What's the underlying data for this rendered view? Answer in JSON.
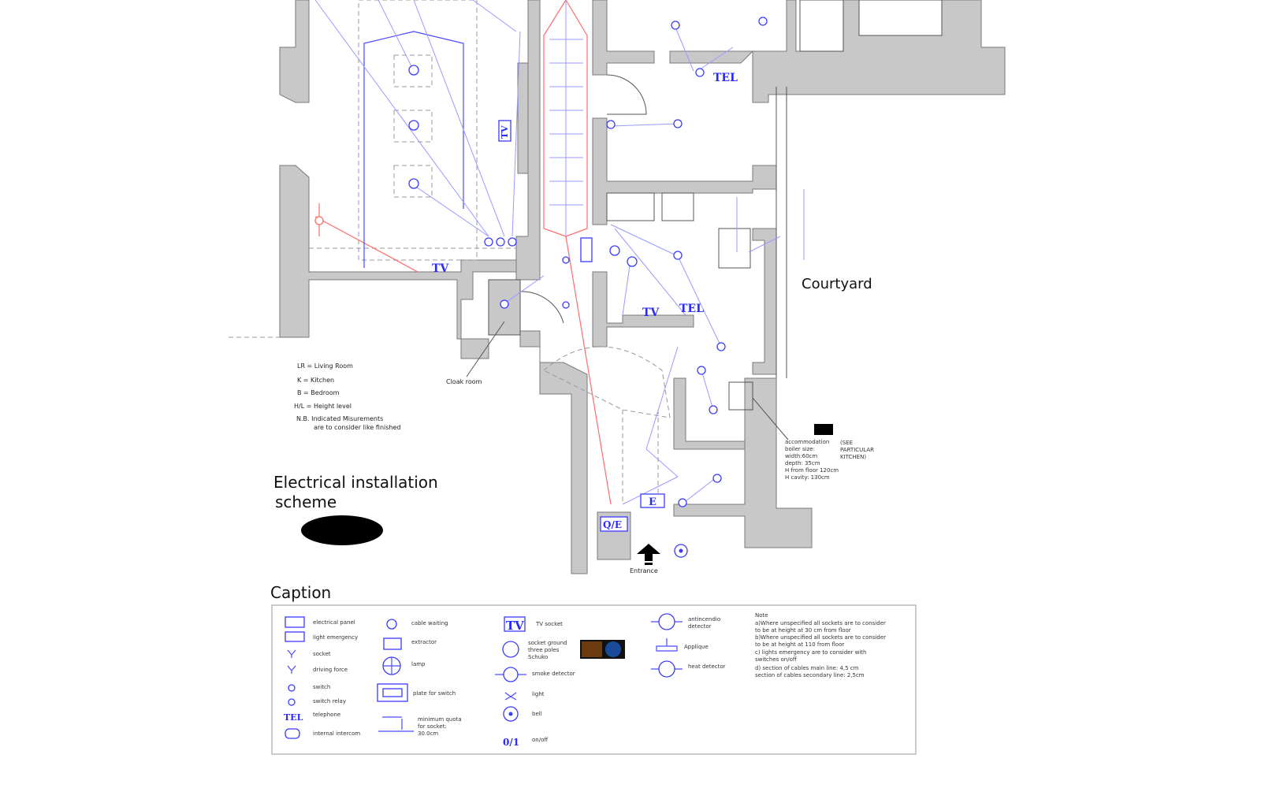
{
  "plan": {
    "courtyard": "Courtyard",
    "cloak_room": "Cloak room",
    "entrance": "Entrance",
    "tv": "TV",
    "tel": "TEL",
    "e": "E",
    "qe": "Q/E",
    "abbreviations": [
      "LR = Living Room",
      "K = Kitchen",
      "B = Bedroom",
      "H/L = Height level",
      "N.B. Indicated Misurements",
      "are to consider like finished"
    ],
    "boiler_note": [
      "accommodation",
      "boiler size:",
      "width:60cm",
      "depth: 35cm",
      "H from floor 120cm",
      "H cavity: 130cm"
    ],
    "see_note": [
      "(SEE",
      "PARTICULAR",
      "KITCHEN)"
    ],
    "title_line1": "Electrical installation",
    "title_line2": "scheme"
  },
  "caption": {
    "title": "Caption",
    "col1": [
      "electrical panel",
      "light emergency",
      "socket",
      "driving force",
      "switch",
      "switch relay",
      "telephone",
      "internal intercom"
    ],
    "col2": [
      "cable waiting",
      "extractor",
      "lamp",
      "plate for switch",
      "minimum quota",
      "for socket:",
      "30.0cm"
    ],
    "col3": [
      "TV socket",
      "socket ground",
      "three poles",
      "Schuko",
      "smoke detector",
      "light",
      "bell",
      "on/off"
    ],
    "col4": [
      "antincendio",
      "detector",
      "Applique",
      "heat detector"
    ],
    "note_title": "Note",
    "notes": [
      "a)Where unspecified all sockets are to consider",
      "to be at height at 30 cm from floor",
      "b)Where unspecified all sockets are to consider",
      "to be at height at 110 from floor",
      "c) lights emergency are to consider with",
      "switches on/off",
      "d) section of cables main line: 4,5 cm",
      "section of cables secondary line: 2,5cm"
    ]
  },
  "colors": {
    "wall": "#c8c8c8",
    "electric": "#4a4aff",
    "main_line": "#ff6a6a"
  }
}
